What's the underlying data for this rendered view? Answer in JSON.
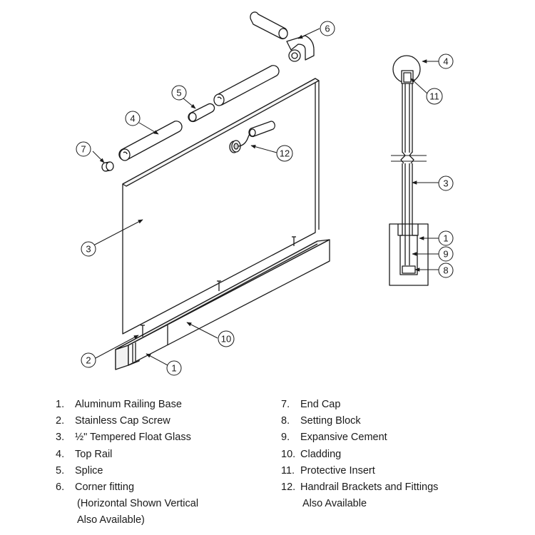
{
  "callouts": {
    "c1a": "1",
    "c1b": "1",
    "c2": "2",
    "c3a": "3",
    "c3b": "3",
    "c4a": "4",
    "c4b": "4",
    "c5": "5",
    "c6": "6",
    "c7": "7",
    "c8": "8",
    "c9": "9",
    "c10": "10",
    "c11": "11",
    "c12": "12"
  },
  "legend": {
    "left": [
      {
        "num": "1.",
        "text": "Aluminum Railing Base"
      },
      {
        "num": "2.",
        "text": "Stainless Cap Screw"
      },
      {
        "num": "3.",
        "text": "½\" Tempered Float Glass"
      },
      {
        "num": "4.",
        "text": "Top Rail"
      },
      {
        "num": "5.",
        "text": "Splice"
      },
      {
        "num": "6.",
        "text": "Corner fitting",
        "sub": [
          "(Horizontal Shown Vertical",
          "Also Available)"
        ]
      }
    ],
    "right": [
      {
        "num": "7.",
        "text": "End Cap"
      },
      {
        "num": "8.",
        "text": "Setting Block"
      },
      {
        "num": "9.",
        "text": "Expansive Cement"
      },
      {
        "num": "10.",
        "text": "Cladding"
      },
      {
        "num": "11.",
        "text": "Protective Insert"
      },
      {
        "num": "12.",
        "text": "Handrail Brackets and Fittings",
        "sub": [
          "Also Available"
        ]
      }
    ]
  }
}
